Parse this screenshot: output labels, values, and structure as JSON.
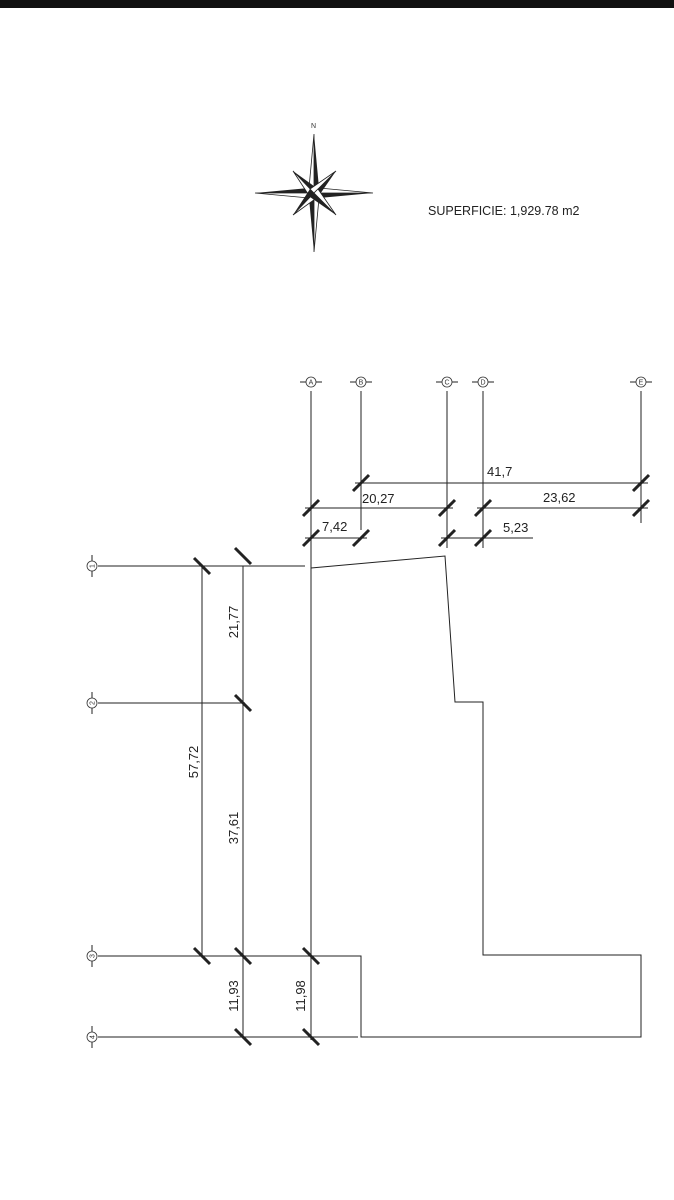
{
  "surface_label": "SUPERFICIE: 1,929.78 m2",
  "compass": {
    "north_label": "N",
    "icon": "compass-rose-icon"
  },
  "grid": {
    "vertical_labels": [
      "A",
      "B",
      "C",
      "D",
      "E"
    ],
    "horizontal_labels": [
      "1",
      "2",
      "3",
      "4"
    ]
  },
  "dimensions": {
    "total_top": "41,7",
    "ab_to_c": "20,27",
    "d_to_e": "23,62",
    "a_to_b": "7,42",
    "c_to_d": "5,23",
    "total_left": "57,72",
    "row_1_2": "21,77",
    "row_2_3": "37,61",
    "row_3_4_outer": "11,93",
    "row_3_4_inner": "11,98"
  },
  "colors": {
    "line": "#222222",
    "background": "#ffffff",
    "top_bar": "#111111"
  }
}
